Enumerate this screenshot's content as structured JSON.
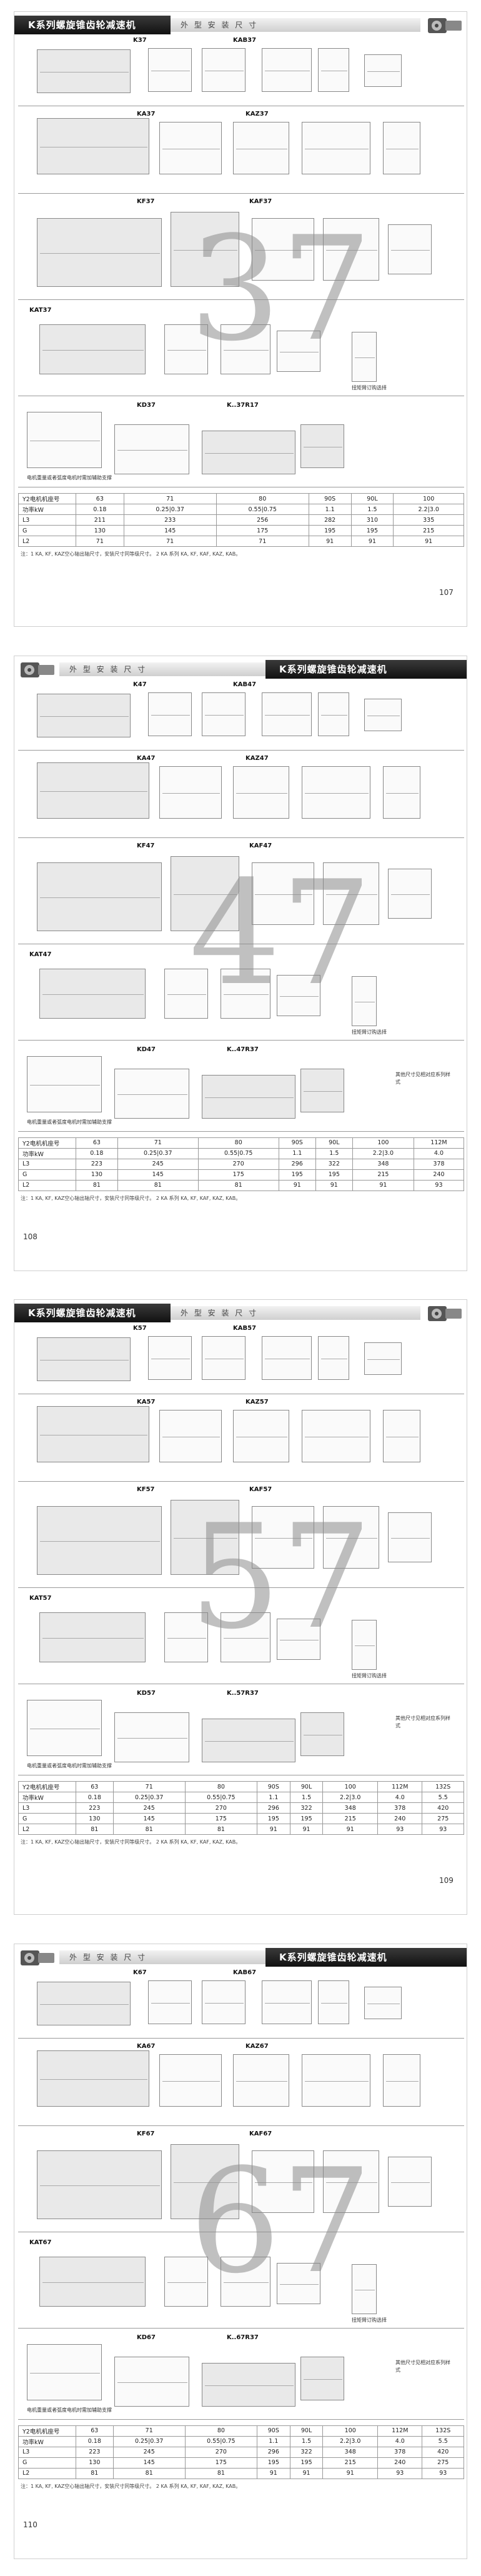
{
  "pages": [
    {
      "page_number": "107",
      "header_main": "K系列螺旋锥齿轮减速机",
      "header_sub": "外 型 安 装 尺 寸",
      "size": "37",
      "labels": [
        "K37",
        "KAB37",
        "KA37",
        "KAZ37",
        "KF37",
        "KAF37",
        "KAT37",
        "KD37",
        "K..37R17"
      ],
      "motor_note": "电机重量或者弧度电机时需加辅助支撑",
      "side_note": "",
      "torque_arm": "扭矩臂订购选择",
      "table": {
        "motor_header": "Y2电机机座号",
        "kw_header": "功率kW",
        "rows_labels": [
          "L3",
          "G",
          "L2"
        ],
        "cols": [
          {
            "frame": "63",
            "kw": "0.18",
            "L3": "211",
            "G": "130",
            "L2": "71"
          },
          {
            "frame": "71",
            "kw": "0.25|0.37",
            "L3": "233",
            "G": "145",
            "L2": "71"
          },
          {
            "frame": "80",
            "kw": "0.55|0.75",
            "L3": "256",
            "G": "175",
            "L2": "71"
          },
          {
            "frame": "90S",
            "kw": "1.1",
            "L3": "282",
            "G": "195",
            "L2": "91"
          },
          {
            "frame": "90L",
            "kw": "1.5",
            "L3": "310",
            "G": "195",
            "L2": "91"
          },
          {
            "frame": "100",
            "kw": "2.2|3.0",
            "L3": "335",
            "G": "215",
            "L2": "91"
          }
        ]
      },
      "footnote": "注：1 KA, KF, KAZ空心轴出轴尺寸，安装尺寸同等级尺寸。 2 KA 系列 KA, KF, KAF, KAZ, KAB。"
    },
    {
      "page_number": "108",
      "header_main": "K系列螺旋锥齿轮减速机",
      "header_sub": "外 型 安 装 尺 寸",
      "size": "47",
      "labels": [
        "K47",
        "KAB47",
        "KA47",
        "KAZ47",
        "KF47",
        "KAF47",
        "KAT47",
        "KD47",
        "K..47R37"
      ],
      "motor_note": "电机重量或者弧度电机时需加辅助支撑",
      "side_note": "其他尺寸见相对应系列样式",
      "torque_arm": "扭矩臂订购选择",
      "table": {
        "motor_header": "Y2电机机座号",
        "kw_header": "功率kW",
        "rows_labels": [
          "L3",
          "G",
          "L2"
        ],
        "cols": [
          {
            "frame": "63",
            "kw": "0.18",
            "L3": "223",
            "G": "130",
            "L2": "81"
          },
          {
            "frame": "71",
            "kw": "0.25|0.37",
            "L3": "245",
            "G": "145",
            "L2": "81"
          },
          {
            "frame": "80",
            "kw": "0.55|0.75",
            "L3": "270",
            "G": "175",
            "L2": "81"
          },
          {
            "frame": "90S",
            "kw": "1.1",
            "L3": "296",
            "G": "195",
            "L2": "91"
          },
          {
            "frame": "90L",
            "kw": "1.5",
            "L3": "322",
            "G": "195",
            "L2": "91"
          },
          {
            "frame": "100",
            "kw": "2.2|3.0",
            "L3": "348",
            "G": "215",
            "L2": "91"
          },
          {
            "frame": "112M",
            "kw": "4.0",
            "L3": "378",
            "G": "240",
            "L2": "93"
          }
        ]
      },
      "footnote": "注：1 KA, KF, KAZ空心轴出轴尺寸，安装尺寸同等级尺寸。 2 KA 系列 KA, KF, KAF, KAZ, KAB。"
    },
    {
      "page_number": "109",
      "header_main": "K系列螺旋锥齿轮减速机",
      "header_sub": "外 型 安 装 尺 寸",
      "size": "57",
      "labels": [
        "K57",
        "KAB57",
        "KA57",
        "KAZ57",
        "KF57",
        "KAF57",
        "KAT57",
        "KD57",
        "K..57R37"
      ],
      "motor_note": "电机重量或者弧度电机时需加辅助支撑",
      "side_note": "其他尺寸见相对应系列样式",
      "torque_arm": "扭矩臂订购选择",
      "table": {
        "motor_header": "Y2电机机座号",
        "kw_header": "功率kW",
        "rows_labels": [
          "L3",
          "G",
          "L2"
        ],
        "cols": [
          {
            "frame": "63",
            "kw": "0.18",
            "L3": "223",
            "G": "130",
            "L2": "81"
          },
          {
            "frame": "71",
            "kw": "0.25|0.37",
            "L3": "245",
            "G": "145",
            "L2": "81"
          },
          {
            "frame": "80",
            "kw": "0.55|0.75",
            "L3": "270",
            "G": "175",
            "L2": "81"
          },
          {
            "frame": "90S",
            "kw": "1.1",
            "L3": "296",
            "G": "195",
            "L2": "91"
          },
          {
            "frame": "90L",
            "kw": "1.5",
            "L3": "322",
            "G": "195",
            "L2": "91"
          },
          {
            "frame": "100",
            "kw": "2.2|3.0",
            "L3": "348",
            "G": "215",
            "L2": "91"
          },
          {
            "frame": "112M",
            "kw": "4.0",
            "L3": "378",
            "G": "240",
            "L2": "93"
          },
          {
            "frame": "132S",
            "kw": "5.5",
            "L3": "420",
            "G": "275",
            "L2": "93"
          }
        ]
      },
      "footnote": "注：1 KA, KF, KAZ空心轴出轴尺寸，安装尺寸同等级尺寸。 2 KA 系列 KA, KF, KAF, KAZ, KAB。"
    },
    {
      "page_number": "110",
      "header_main": "K系列螺旋锥齿轮减速机",
      "header_sub": "外 型 安 装 尺 寸",
      "size": "67",
      "labels": [
        "K67",
        "KAB67",
        "KA67",
        "KAZ67",
        "KF67",
        "KAF67",
        "KAT67",
        "KD67",
        "K..67R37"
      ],
      "motor_note": "电机重量或者弧度电机时需加辅助支撑",
      "side_note": "其他尺寸见相对应系列样式",
      "torque_arm": "扭矩臂订购选择",
      "table": {
        "motor_header": "Y2电机机座号",
        "kw_header": "功率kW",
        "rows_labels": [
          "L3",
          "G",
          "L2"
        ],
        "cols": [
          {
            "frame": "63",
            "kw": "0.18",
            "L3": "223",
            "G": "130",
            "L2": "81"
          },
          {
            "frame": "71",
            "kw": "0.25|0.37",
            "L3": "245",
            "G": "145",
            "L2": "81"
          },
          {
            "frame": "80",
            "kw": "0.55|0.75",
            "L3": "270",
            "G": "175",
            "L2": "81"
          },
          {
            "frame": "90S",
            "kw": "1.1",
            "L3": "296",
            "G": "195",
            "L2": "91"
          },
          {
            "frame": "90L",
            "kw": "1.5",
            "L3": "322",
            "G": "195",
            "L2": "91"
          },
          {
            "frame": "100",
            "kw": "2.2|3.0",
            "L3": "348",
            "G": "215",
            "L2": "91"
          },
          {
            "frame": "112M",
            "kw": "4.0",
            "L3": "378",
            "G": "240",
            "L2": "93"
          },
          {
            "frame": "132S",
            "kw": "5.5",
            "L3": "420",
            "G": "275",
            "L2": "93"
          }
        ]
      },
      "footnote": "注：1 KA, KF, KAZ空心轴出轴尺寸，安装尺寸同等级尺寸。 2 KA 系列 KA, KF, KAF, KAZ, KAB。"
    }
  ]
}
